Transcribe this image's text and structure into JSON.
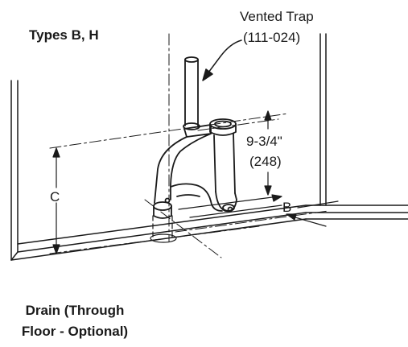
{
  "title": "Types B, H",
  "callout": {
    "name": "Vented Trap",
    "part_number": "(111-024)"
  },
  "dimensions": {
    "height_imperial": "9-3/4\"",
    "height_metric": "(248)",
    "label_c": "C",
    "label_b": "B"
  },
  "caption": {
    "line1": "Drain (Through",
    "line2": "Floor - Optional)"
  }
}
